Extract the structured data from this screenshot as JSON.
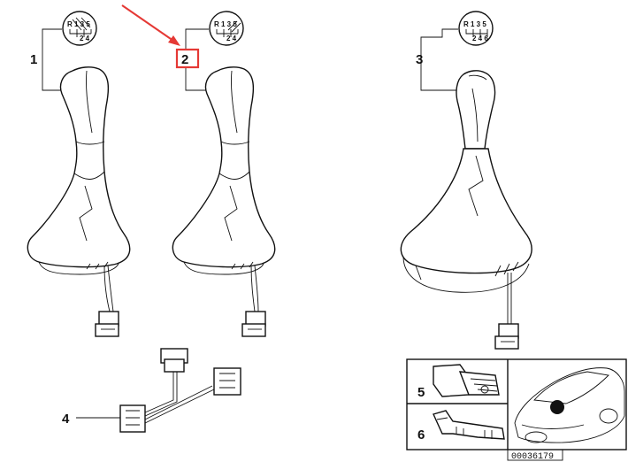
{
  "callouts": {
    "c1": "1",
    "c2": "2",
    "c3": "3",
    "c4": "4",
    "c5": "5",
    "c6": "6"
  },
  "shift_pattern_5": {
    "reverse": "R",
    "top": "1 3 5",
    "bottom": "2 4"
  },
  "shift_pattern_6": {
    "reverse": "R",
    "top": "1 3 5",
    "bottom": "2 4 6"
  },
  "diagram_code": "00036179",
  "colors": {
    "ink": "#111111",
    "highlight": "#e53935"
  },
  "icons": {
    "arrow": "red-arrow-icon",
    "location": "location-dot-icon"
  }
}
